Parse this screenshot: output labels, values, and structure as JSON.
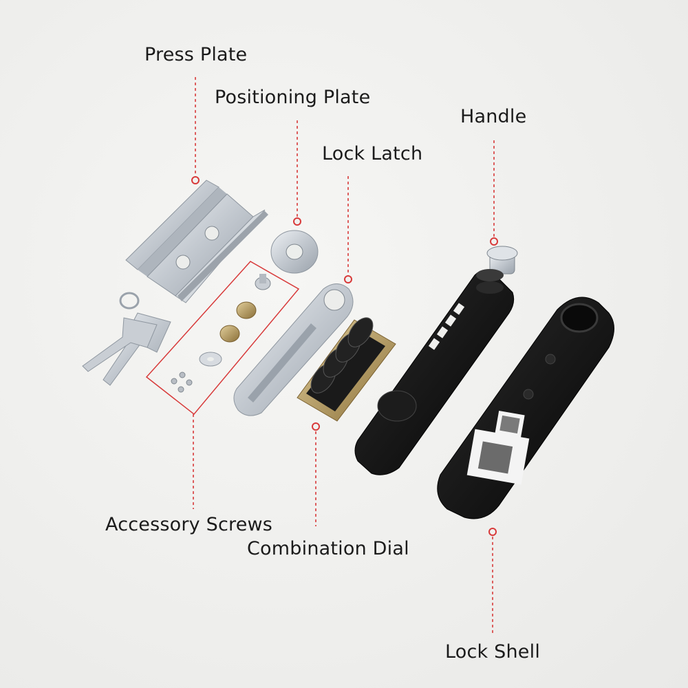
{
  "labels": {
    "press_plate": "Press Plate",
    "positioning_plate": "Positioning Plate",
    "lock_latch": "Lock Latch",
    "handle": "Handle",
    "accessory_screws": "Accessory Screws",
    "combination_dial": "Combination Dial",
    "lock_shell": "Lock Shell"
  },
  "colors": {
    "leader": "#d83a3a",
    "metal": "#c9ced4",
    "black_part": "#141414",
    "brass": "#b89a5a"
  }
}
